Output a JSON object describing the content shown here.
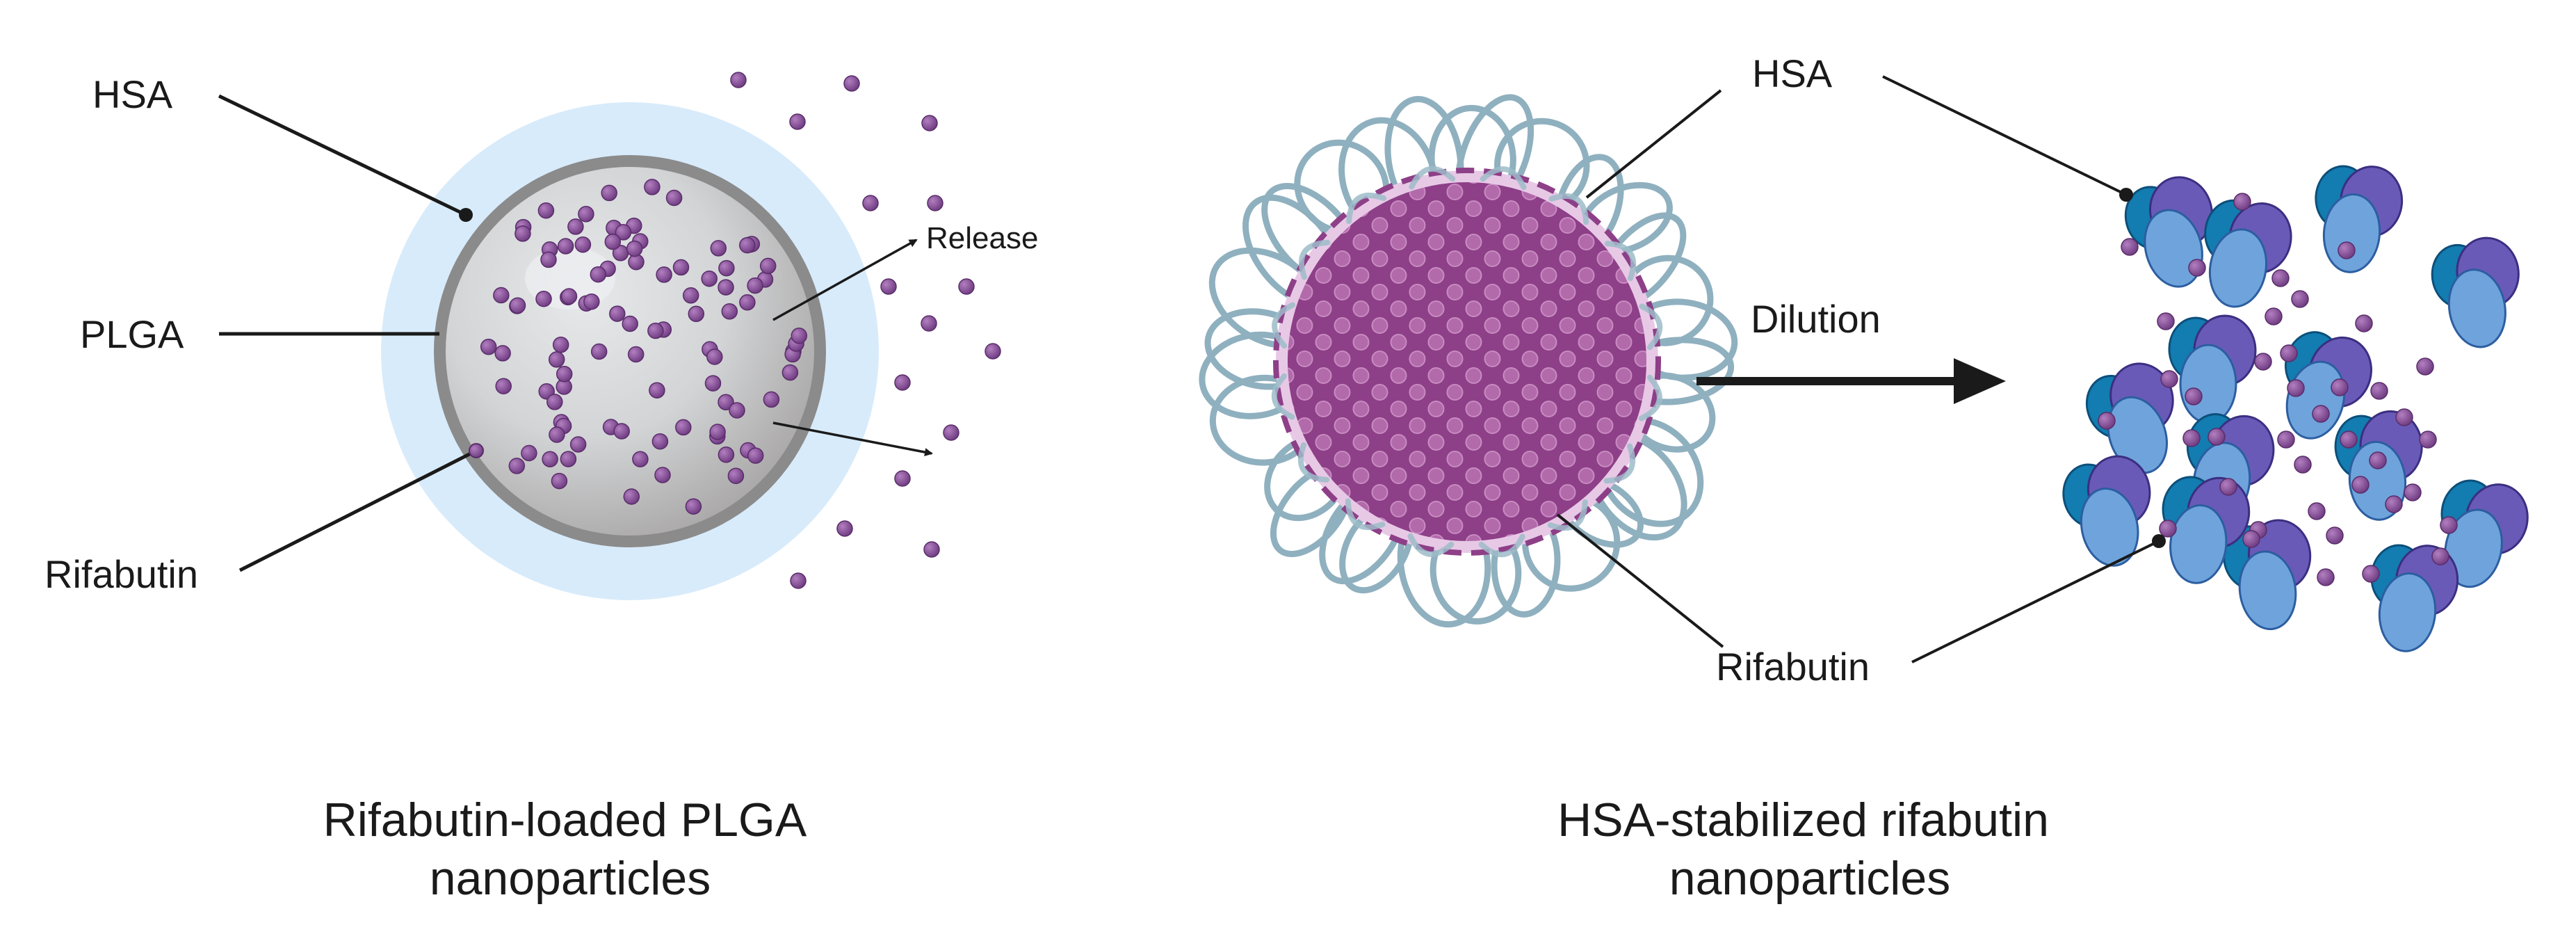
{
  "left_panel": {
    "labels": {
      "hsa": "HSA",
      "plga": "PLGA",
      "rifabutin": "Rifabutin",
      "release": "Release"
    },
    "caption": [
      "Rifabutin-loaded PLGA",
      "nanoparticles"
    ]
  },
  "right_panel": {
    "labels": {
      "hsa": "HSA",
      "dilution": "Dilution",
      "rifabutin": "Rifabutin"
    },
    "caption": [
      "HSA-stabilized rifabutin",
      "nanoparticles"
    ]
  },
  "colors": {
    "hsa_halo": "#d8ebfb",
    "plga_shell": "#8a8a8a",
    "plga_core": "#c9c9c9",
    "drug_dot": "#8b4e9a",
    "nano_core": "#9a4f93",
    "protein_coil": "#8fb0bf",
    "protein_dark": "#1a7fb5",
    "protein_light": "#6c9fd8",
    "protein_purple": "#6a5ab8"
  }
}
